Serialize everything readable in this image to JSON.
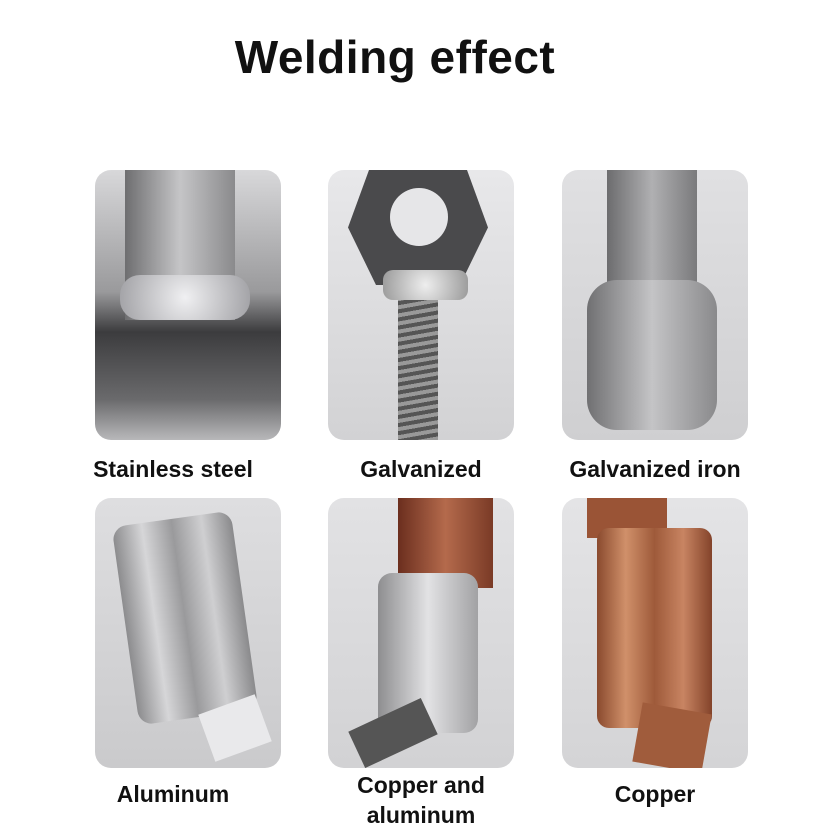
{
  "title": "Welding effect",
  "items": [
    {
      "label": "Stainless steel"
    },
    {
      "label": "Galvanized"
    },
    {
      "label": "Galvanized iron"
    },
    {
      "label": "Aluminum"
    },
    {
      "label": "Copper and aluminum"
    },
    {
      "label": "Copper"
    }
  ]
}
